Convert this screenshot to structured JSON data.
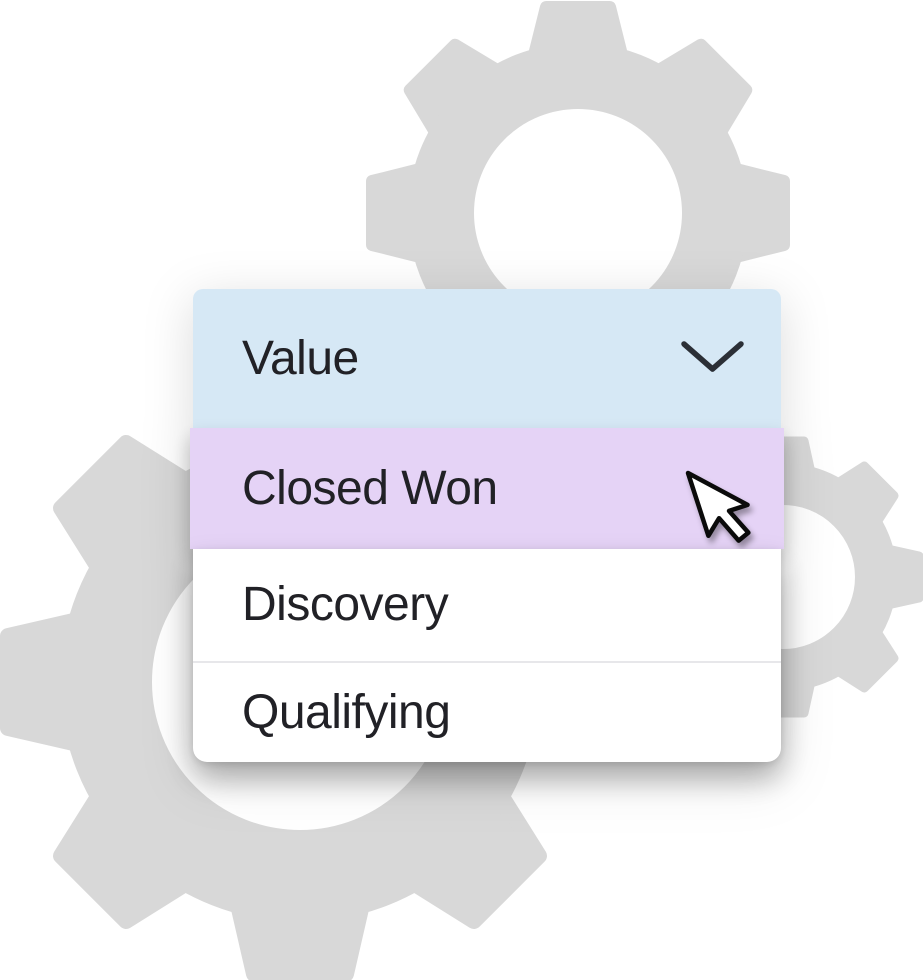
{
  "dropdown": {
    "header": {
      "label": "Value"
    },
    "selected_option": {
      "label": "Closed Won"
    },
    "options": [
      {
        "label": "Discovery"
      },
      {
        "label": "Qualifying"
      }
    ]
  },
  "icons": {
    "chevron": "chevron-down-icon",
    "cursor": "cursor-arrow-icon",
    "gears": [
      "gear-icon-top",
      "gear-icon-bottom-left",
      "gear-icon-right"
    ]
  },
  "colors": {
    "header_bg": "#D6E8F5",
    "selected_bg": "#E5D3F6",
    "gear": "#D8D8D8",
    "text": "#212126",
    "chevron": "#2B2F36",
    "divider": "#E7E7EA",
    "panel_bg": "#FFFFFF"
  }
}
